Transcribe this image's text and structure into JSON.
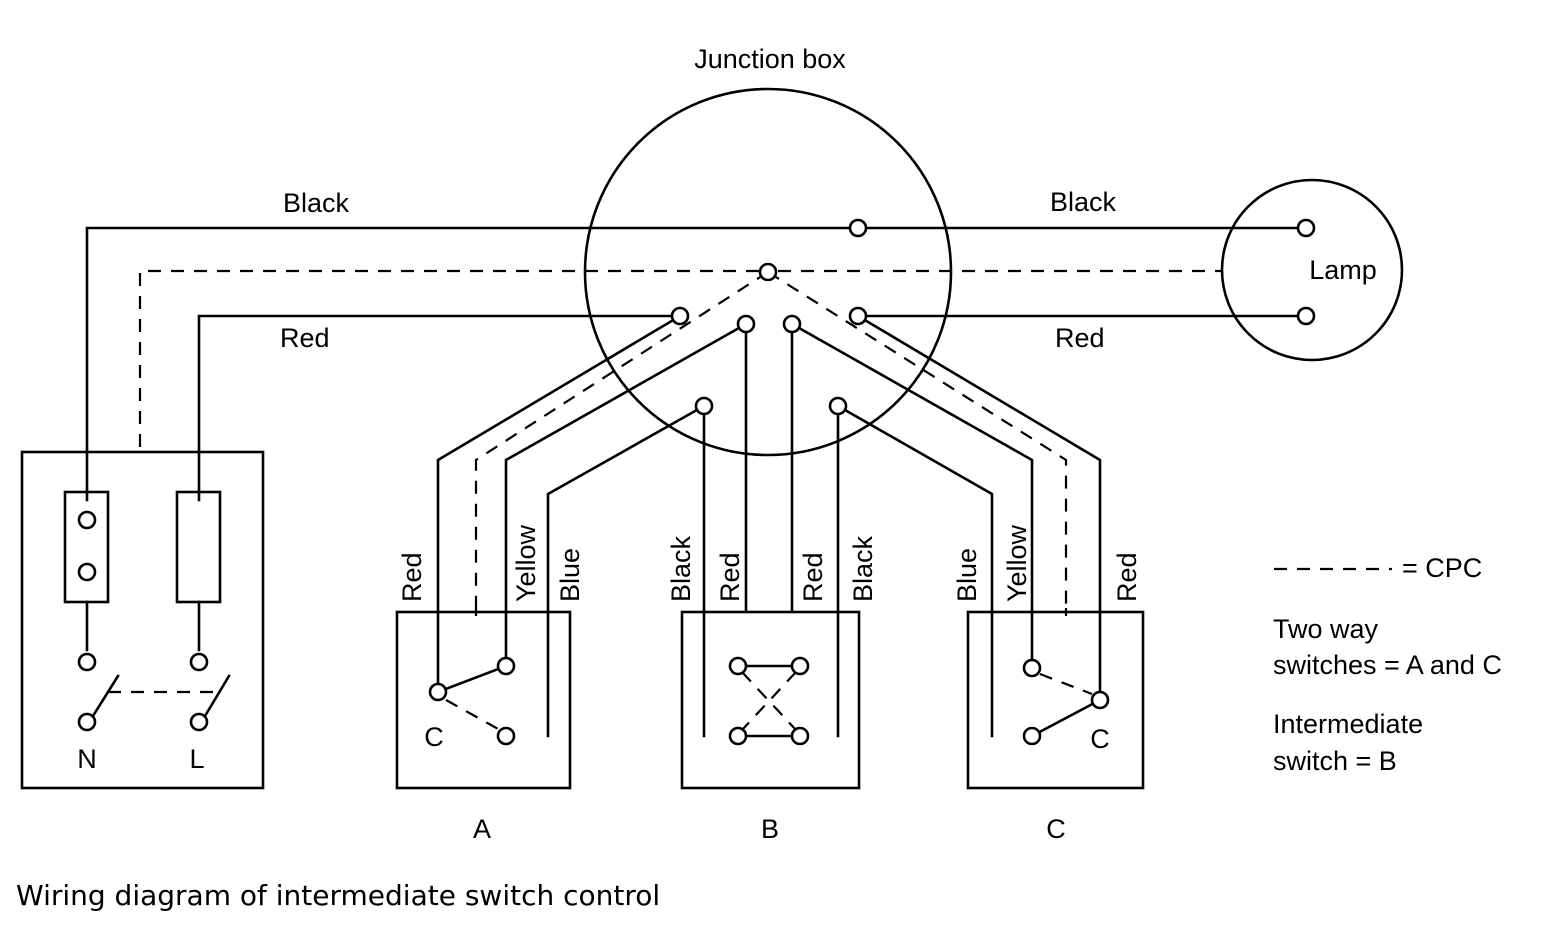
{
  "diagram": {
    "junction_box_label": "Junction box",
    "wire_black_left": "Black",
    "wire_red_left": "Red",
    "wire_black_right": "Black",
    "wire_red_right": "Red",
    "lamp_label": "Lamp",
    "supply": {
      "neutral": "N",
      "live": "L"
    },
    "switch_a": {
      "name": "A",
      "common": "C",
      "wire_red": "Red",
      "wire_yellow": "Yellow",
      "wire_blue": "Blue"
    },
    "switch_b": {
      "name": "B",
      "wire_black_1": "Black",
      "wire_red_1": "Red",
      "wire_red_2": "Red",
      "wire_black_2": "Black"
    },
    "switch_c": {
      "name": "C",
      "common": "C",
      "wire_blue": "Blue",
      "wire_yellow": "Yellow",
      "wire_red": "Red"
    },
    "legend": {
      "cpc": "= CPC",
      "two_way_1": "Two way",
      "two_way_2": "switches = A and C",
      "intermediate_1": "Intermediate",
      "intermediate_2": "switch = B"
    },
    "caption": "Wiring diagram of intermediate switch control"
  }
}
